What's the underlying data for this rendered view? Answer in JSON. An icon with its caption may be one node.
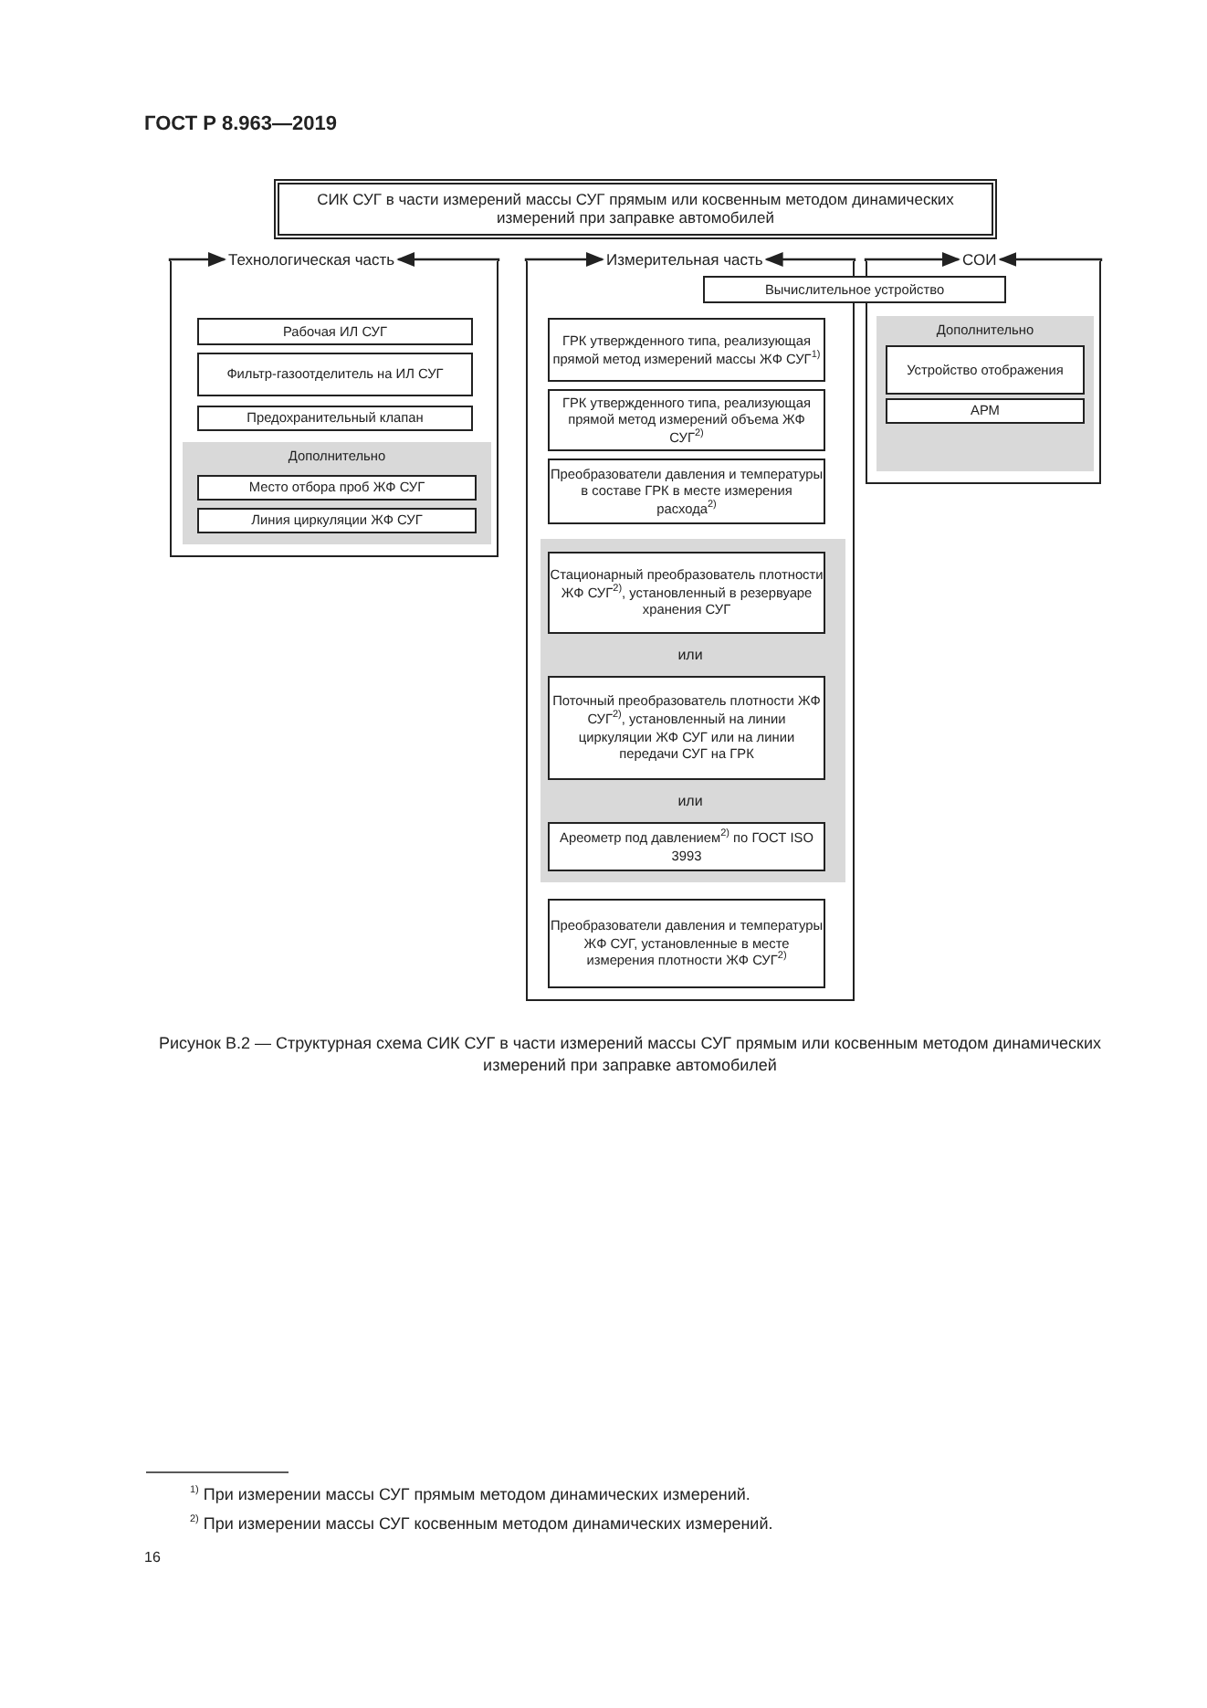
{
  "diagram": {
    "title": "ГОСТ Р 8.963—2019",
    "caption": "Рисунок В.2 — Структурная схема СИК СУГ в части измерений массы СУГ прямым или косвенным методом динамических измерений при заправке автомобилей",
    "nodes": [
      {
        "text": [
          "СИК СУГ в части измерений массы СУГ прямым или косвенным методом динамических измерений при заправке автомобилей"
        ]
      },
      {
        "text": [
          "Технологическая часть"
        ]
      },
      {
        "text": [],
        "shape": "box"
      },
      {
        "text": [
          "Рабочая ИЛ СУГ"
        ],
        "in": 2
      },
      {
        "text": [
          "Фильтр-газоотделитель на ИЛ СУГ"
        ],
        "in": 2
      },
      {
        "text": [
          "Предохранительный клапан"
        ],
        "in": 2
      },
      {
        "text": [
          "Дополнительно"
        ],
        "in": 2
      },
      {
        "text": [
          "Место отбора проб ЖФ СУГ"
        ],
        "in": 6
      },
      {
        "text": [
          "Линия циркуляции ЖФ СУГ"
        ],
        "in": 6
      },
      {
        "text": [
          "Измерительная часть"
        ]
      },
      {
        "text": [],
        "shape": "box"
      },
      {
        "text": [
          "Вычислительное устройство"
        ]
      },
      {
        "text": [
          "ГРК утвержденного типа, реализующая прямой метод измерений массы ЖФ СУГ$^{1)}$"
        ],
        "in": 10
      },
      {
        "text": [
          "ГРК утвержденного типа, реализующая прямой метод измерений объема ЖФ СУГ$^{2)}$"
        ],
        "in": 10
      },
      {
        "text": [
          "Преобразователи давления и температуры в составе ГРК в месте измерения расхода$^{2)}$"
        ],
        "in": 10
      },
      {
        "text": [],
        "shape": "box",
        "in": 10
      },
      {
        "text": [
          "Стационарный преобразователь плотности ЖФ СУГ$^{2)}$, установленный в резервуаре хранения СУГ"
        ],
        "in": 15
      },
      {
        "text": [
          "Поточный преобразователь плотности ЖФ СУГ$^{2)}$, установленный на линии циркуляции ЖФ СУГ или на линии передачи СУГ на ГРК"
        ],
        "in": 15
      },
      {
        "text": [
          "Ареометр под давлением$^{2)}$ по ГОСТ ISO 3993"
        ],
        "in": 15
      },
      {
        "text": [
          "Преобразователи давления и температуры ЖФ СУГ, установленные в месте измерения плотности ЖФ СУГ$^{2)}$"
        ],
        "in": 10
      },
      {
        "text": [
          "СОИ"
        ]
      },
      {
        "text": [],
        "shape": "box"
      },
      {
        "text": [
          "Дополнительно"
        ],
        "in": 21
      },
      {
        "text": [
          "Устройство отображения"
        ],
        "in": 22
      },
      {
        "text": [
          "АРМ"
        ],
        "in": 22
      }
    ],
    "edges": [
      {
        "from": 2,
        "to": 1,
        "arrow": "to"
      },
      {
        "from": 2,
        "to": 1,
        "arrow": "to"
      },
      {
        "from": 10,
        "to": 9,
        "arrow": "to"
      },
      {
        "from": 10,
        "to": 9,
        "arrow": "to"
      },
      {
        "from": 21,
        "to": 20,
        "arrow": "to"
      },
      {
        "from": 21,
        "to": 20,
        "arrow": "to"
      }
    ],
    "labels": [
      "или",
      "или",
      "$^{1)}$ При измерении массы СУГ прямым методом динамических измерений.",
      "$^{2)}$ При измерении массы СУГ косвенным методом динамических измерений.",
      "16"
    ]
  }
}
